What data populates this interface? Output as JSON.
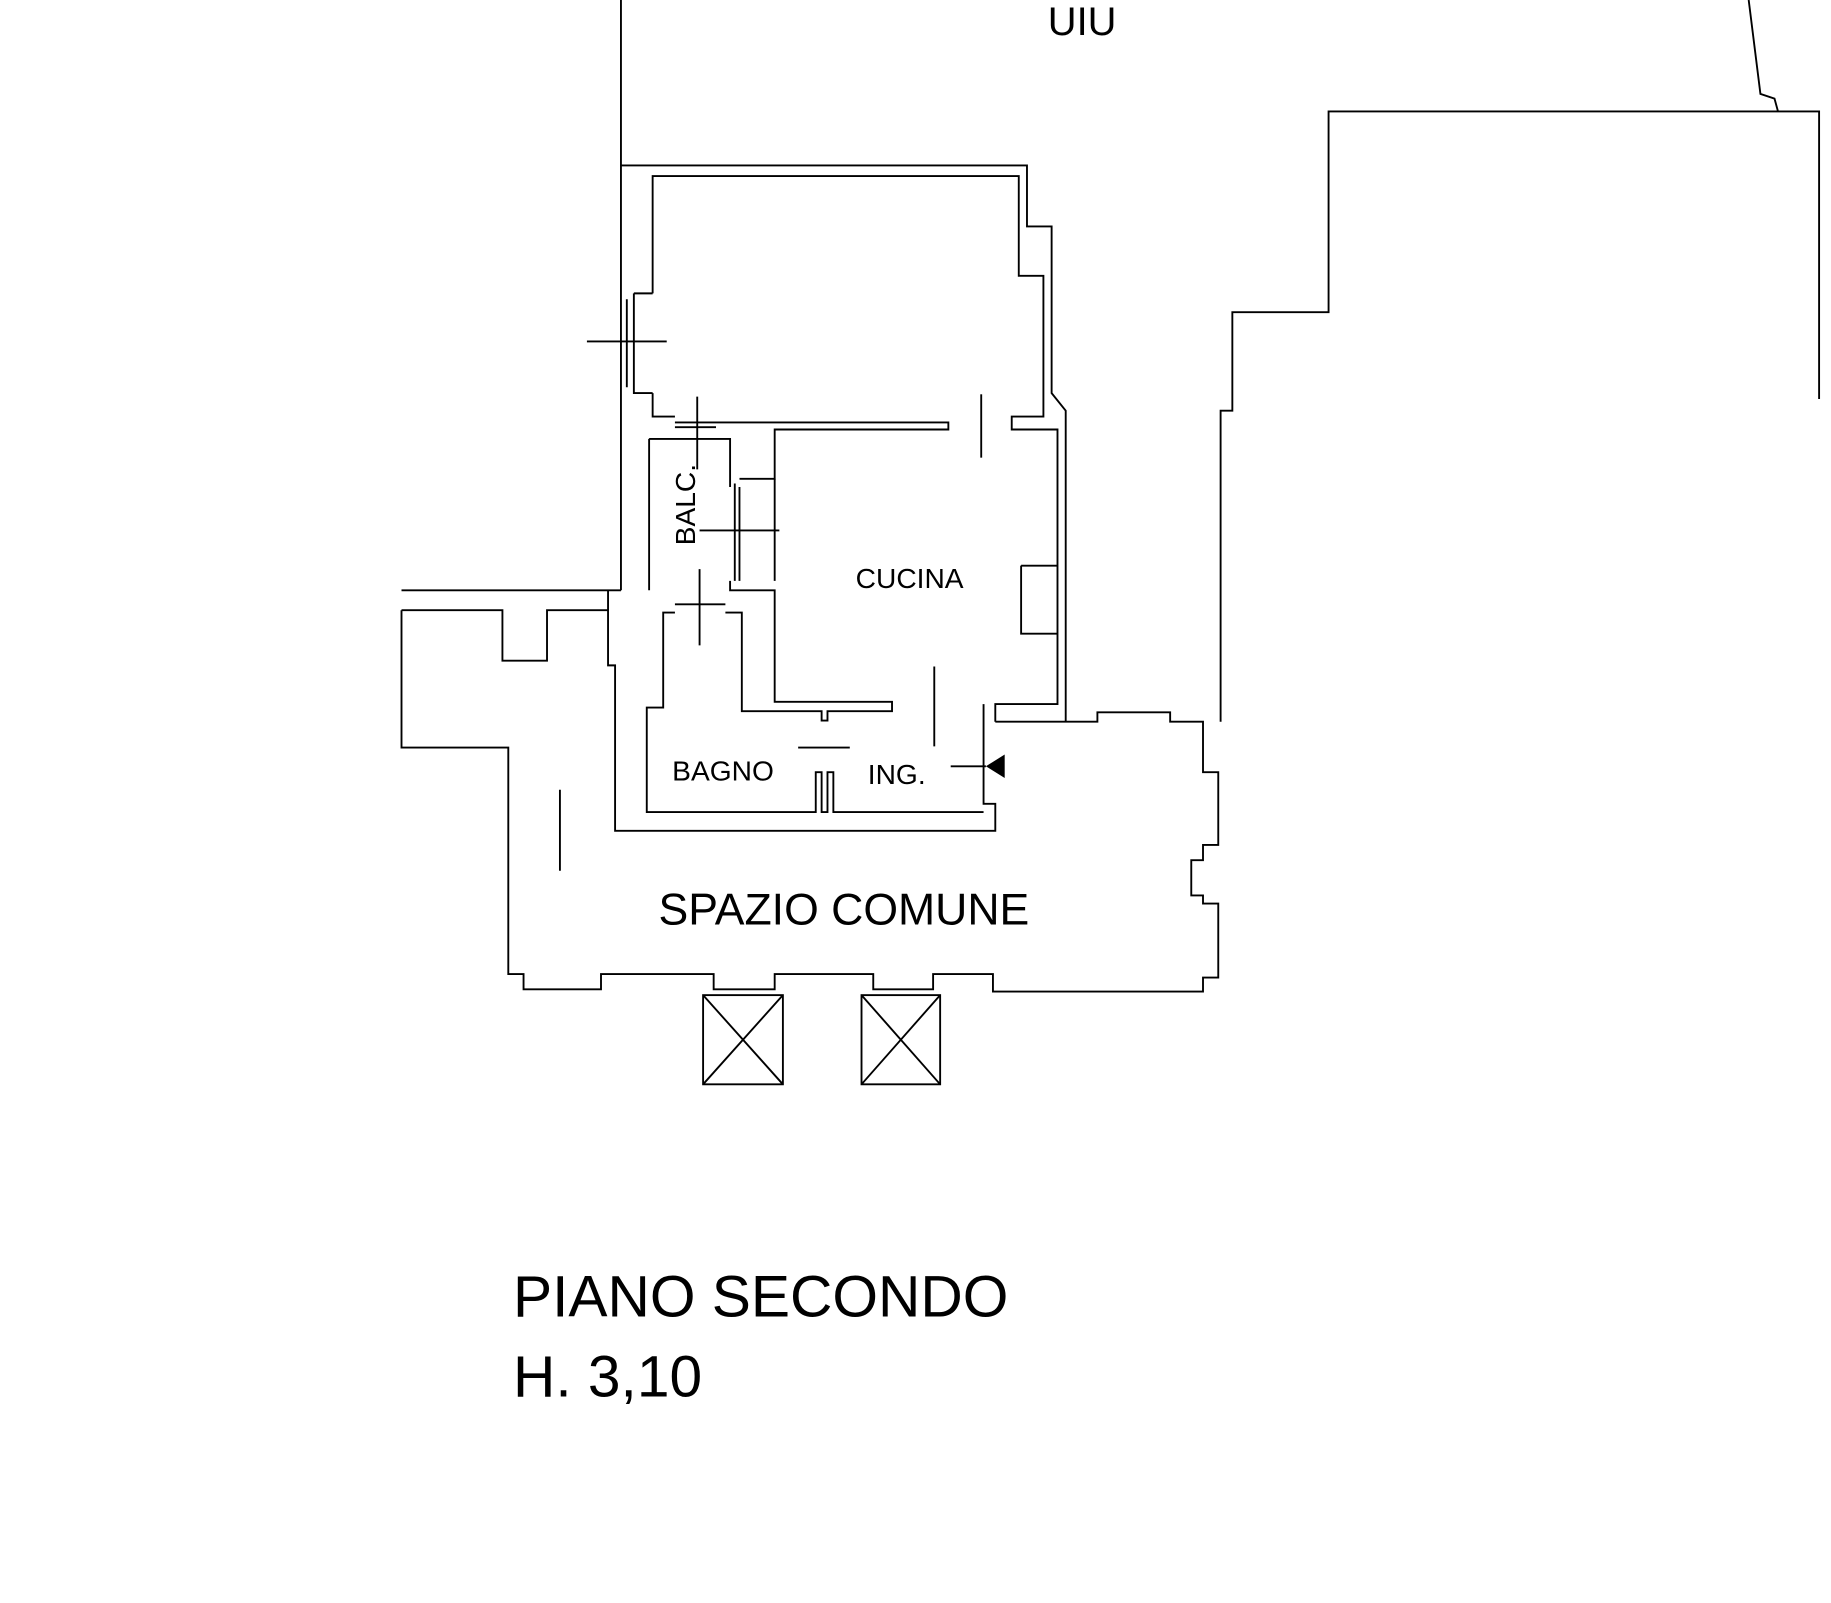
{
  "labels": {
    "uiu": "UIU",
    "balcony": "BALC.",
    "kitchen": "CUCINA",
    "bathroom": "BAGNO",
    "entrance": "ING.",
    "common_space": "SPAZIO COMUNE"
  },
  "caption": {
    "floor": "PIANO SECONDO",
    "height": "H. 3,10"
  },
  "colors": {
    "line": "#000000",
    "background": "#ffffff"
  }
}
